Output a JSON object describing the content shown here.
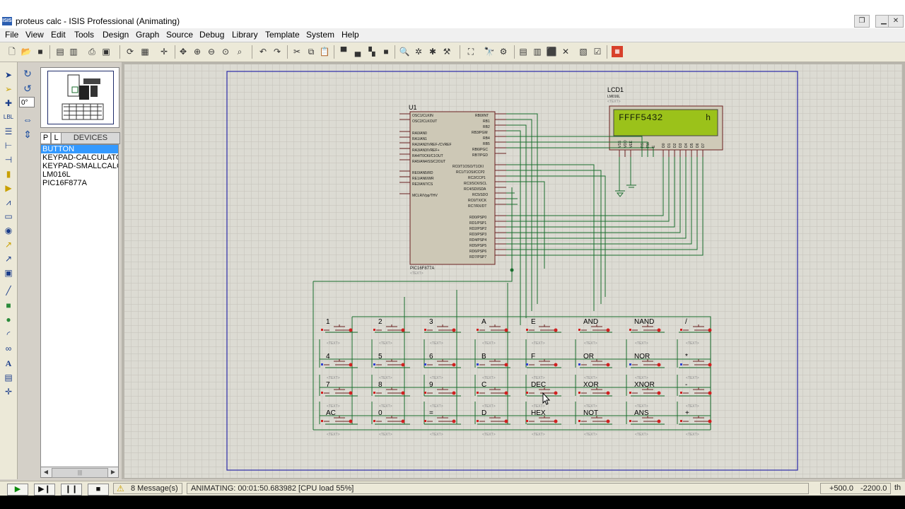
{
  "window": {
    "title": "proteus calc - ISIS Professional (Animating)",
    "app_icon_text": "ISIS"
  },
  "menu": [
    "File",
    "View",
    "Edit",
    "Tools",
    "Design",
    "Graph",
    "Source",
    "Debug",
    "Library",
    "Template",
    "System",
    "Help"
  ],
  "rotation": {
    "angle": "0°"
  },
  "devices": {
    "tab_p": "P",
    "tab_l": "L",
    "header": "DEVICES",
    "items": [
      "BUTTON",
      "KEYPAD-CALCULATOR",
      "KEYPAD-SMALLCALC",
      "LM016L",
      "PIC16F877A"
    ],
    "selected_index": 0
  },
  "schematic": {
    "mcu": {
      "ref": "U1",
      "part": "PIC16F877A",
      "text_tag": "<TEXT>"
    },
    "lcd": {
      "ref": "LCD1",
      "part": "LM016L",
      "text_tag": "<TEXT>",
      "display_text": "FFFF5432",
      "display_suffix": "h"
    },
    "button_text_tag": "<TEXT>",
    "keypad_rows": [
      [
        "1",
        "2",
        "3",
        "A",
        "E",
        "AND",
        "NAND",
        "/"
      ],
      [
        "4",
        "5",
        "6",
        "B",
        "F",
        "OR",
        "NOR",
        "*"
      ],
      [
        "7",
        "8",
        "9",
        "C",
        "DEC",
        "XOR",
        "XNOR",
        "-"
      ],
      [
        "AC",
        "0",
        "=",
        "D",
        "HEX",
        "NOT",
        "ANS",
        "+"
      ]
    ]
  },
  "status": {
    "messages": "8 Message(s)",
    "animating": "ANIMATING: 00:01:50.683982 [CPU load 55%]",
    "coord_x": "+500.0",
    "coord_y": "-2200.0",
    "unit": "th"
  },
  "colors": {
    "canvas": "#dcdbd3",
    "wire": "#1a6e2e",
    "lcd_screen": "#9bc21a",
    "sheet_border": "#2b2ba8",
    "selection": "#3399ff"
  }
}
